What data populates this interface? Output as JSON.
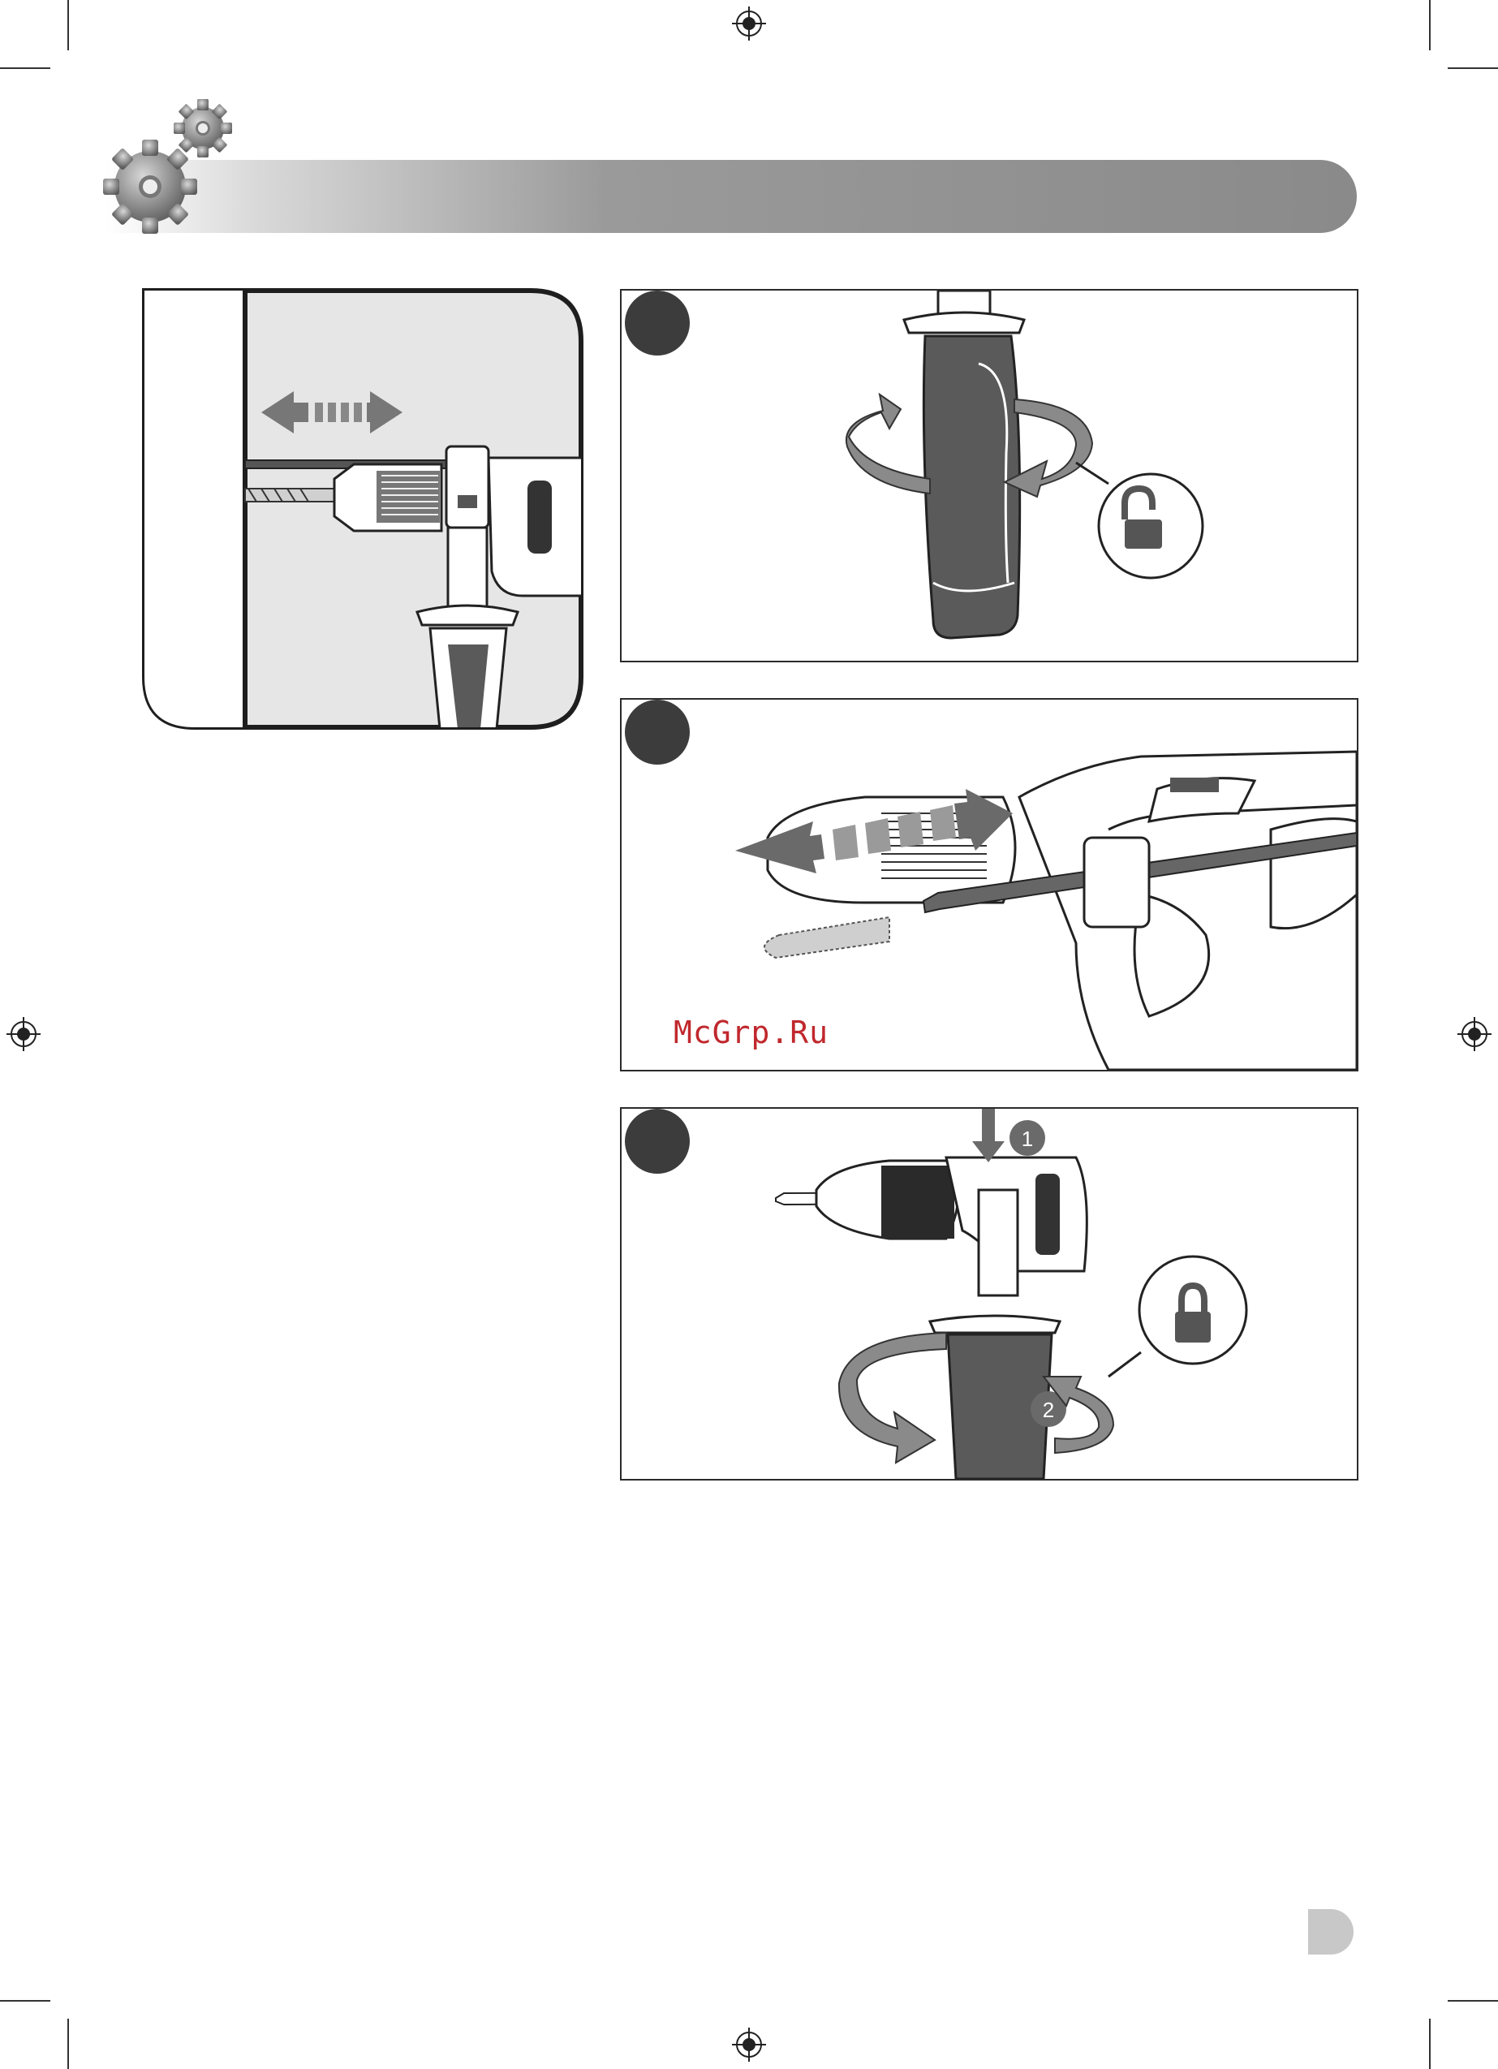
{
  "watermark": {
    "text": "McGrp.Ru"
  },
  "panels": [
    {
      "id": "step-1-grip-unlock",
      "lock_state": "unlocked",
      "lock_icon": "unlock-icon"
    },
    {
      "id": "step-2-depth-rod",
      "lock_icon": ""
    },
    {
      "id": "step-3-grip-lock",
      "lock_state": "locked",
      "lock_icon": "lock-icon",
      "callouts": [
        {
          "number": "1"
        },
        {
          "number": "2"
        }
      ]
    }
  ],
  "colors": {
    "header_gradient_end": "#8a8a8a",
    "illustration_gray": "#5a5a5a",
    "watermark": "#c0282d"
  }
}
